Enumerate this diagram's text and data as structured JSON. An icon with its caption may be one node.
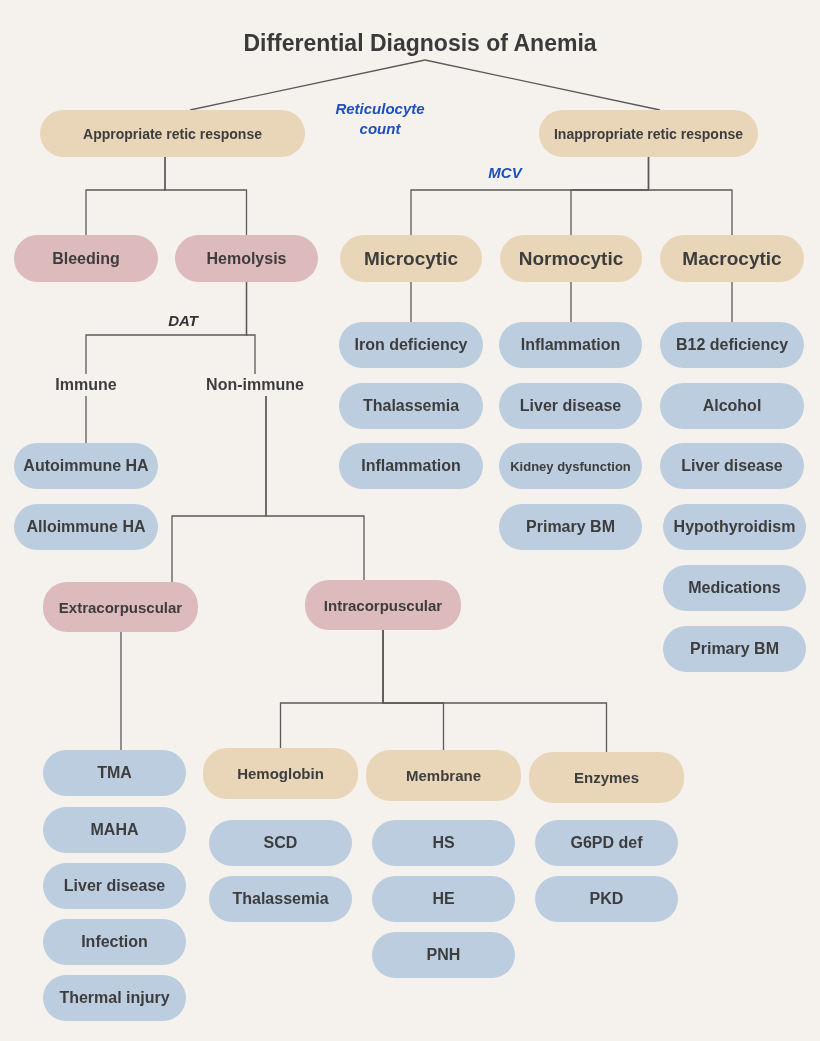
{
  "diagram": {
    "nodes": [
      {
        "text": [
          "Differential Diagnosis of Anemia"
        ]
      },
      {
        "text": [
          "Appropriate retic response"
        ]
      },
      {
        "text": [
          "Inappropriate retic response"
        ]
      },
      {
        "text": [
          "Bleeding"
        ]
      },
      {
        "text": [
          "Hemolysis"
        ]
      },
      {
        "text": [
          "Microcytic"
        ]
      },
      {
        "text": [
          "Normocytic"
        ]
      },
      {
        "text": [
          "Macrocytic"
        ]
      },
      {
        "text": [
          "Immune"
        ]
      },
      {
        "text": [
          "Non-immune"
        ]
      },
      {
        "text": [
          "Iron deficiency"
        ]
      },
      {
        "text": [
          "Thalassemia"
        ]
      },
      {
        "text": [
          "Inflammation"
        ]
      },
      {
        "text": [
          "Inflammation"
        ]
      },
      {
        "text": [
          "Liver disease"
        ]
      },
      {
        "text": [
          "Kidney dysfunction"
        ]
      },
      {
        "text": [
          "Primary BM"
        ]
      },
      {
        "text": [
          "B12 deficiency"
        ]
      },
      {
        "text": [
          "Alcohol"
        ]
      },
      {
        "text": [
          "Liver disease"
        ]
      },
      {
        "text": [
          "Hypothyroidism"
        ]
      },
      {
        "text": [
          "Medications"
        ]
      },
      {
        "text": [
          "Primary BM"
        ]
      },
      {
        "text": [
          "Autoimmune HA"
        ]
      },
      {
        "text": [
          "Alloimmune HA"
        ]
      },
      {
        "text": [
          "Extracorpuscular"
        ]
      },
      {
        "text": [
          "Intracorpuscular"
        ]
      },
      {
        "text": [
          "TMA"
        ]
      },
      {
        "text": [
          "MAHA"
        ]
      },
      {
        "text": [
          "Liver disease"
        ]
      },
      {
        "text": [
          "Infection"
        ]
      },
      {
        "text": [
          "Thermal injury"
        ]
      },
      {
        "text": [
          "Hemoglobin"
        ]
      },
      {
        "text": [
          "Membrane"
        ]
      },
      {
        "text": [
          "Enzymes"
        ]
      },
      {
        "text": [
          "SCD"
        ]
      },
      {
        "text": [
          "Thalassemia"
        ]
      },
      {
        "text": [
          "HS"
        ]
      },
      {
        "text": [
          "HE"
        ]
      },
      {
        "text": [
          "PNH"
        ]
      },
      {
        "text": [
          "G6PD def"
        ]
      },
      {
        "text": [
          "PKD"
        ]
      }
    ],
    "edges": [
      {
        "from": 0,
        "to": 1,
        "arrow": "none"
      },
      {
        "from": 0,
        "to": 2,
        "arrow": "none"
      },
      {
        "from": 1,
        "to": 3,
        "arrow": "none"
      },
      {
        "from": 1,
        "to": 4,
        "arrow": "none"
      },
      {
        "from": 2,
        "to": 5,
        "arrow": "none"
      },
      {
        "from": 2,
        "to": 6,
        "arrow": "none"
      },
      {
        "from": 2,
        "to": 7,
        "arrow": "none"
      },
      {
        "from": 4,
        "to": 8,
        "arrow": "none"
      },
      {
        "from": 4,
        "to": 9,
        "arrow": "none"
      },
      {
        "from": 5,
        "to": 10,
        "arrow": "none"
      },
      {
        "from": 6,
        "to": 13,
        "arrow": "none"
      },
      {
        "from": 7,
        "to": 17,
        "arrow": "none"
      },
      {
        "from": 8,
        "to": 23,
        "arrow": "none"
      },
      {
        "from": 9,
        "to": 25,
        "arrow": "none"
      },
      {
        "from": 9,
        "to": 26,
        "arrow": "none"
      },
      {
        "from": 25,
        "to": 27,
        "arrow": "none"
      },
      {
        "from": 26,
        "to": 32,
        "arrow": "none"
      },
      {
        "from": 26,
        "to": 33,
        "arrow": "none"
      },
      {
        "from": 26,
        "to": 34,
        "arrow": "none"
      }
    ],
    "labels": [
      "Reticulocyte count",
      "MCV",
      "DAT"
    ]
  }
}
